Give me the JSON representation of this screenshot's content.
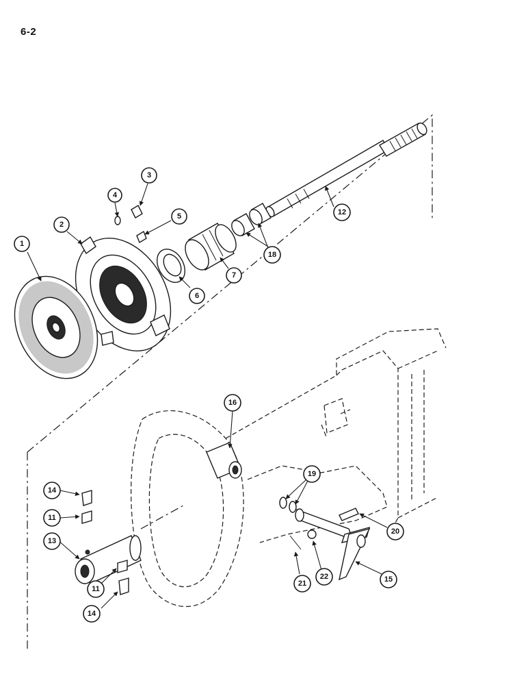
{
  "page_label": "6-2",
  "callouts": [
    "1",
    "2",
    "3",
    "4",
    "5",
    "6",
    "7",
    "12",
    "18",
    "16",
    "19",
    "20",
    "14",
    "11",
    "13",
    "11",
    "14",
    "21",
    "22",
    "15"
  ]
}
